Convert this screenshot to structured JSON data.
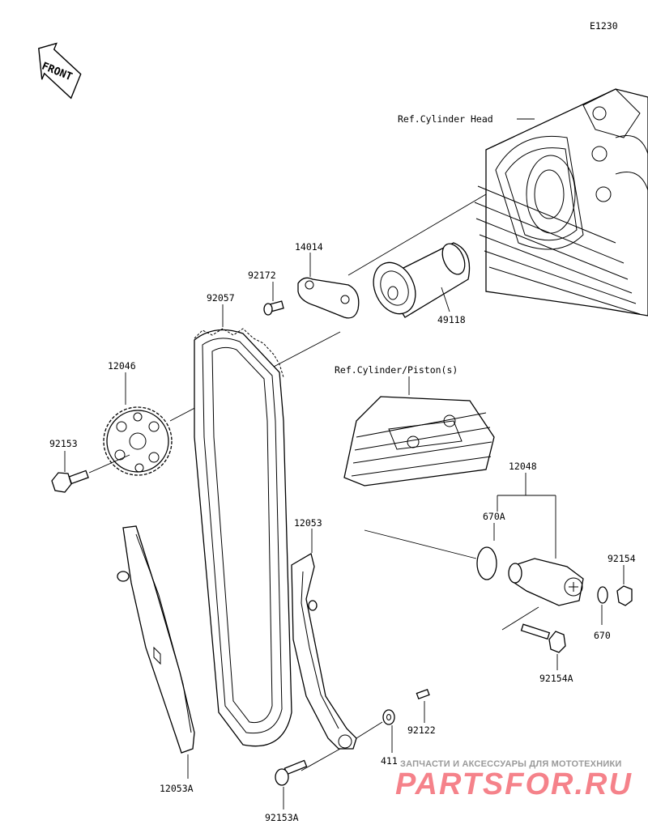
{
  "diagram_code": "E1230",
  "front_label": "FRONT",
  "references": {
    "cylinder_head": "Ref.Cylinder Head",
    "cylinder_piston": "Ref.Cylinder/Piston(s)"
  },
  "parts": {
    "p14014": "14014",
    "p92172": "92172",
    "p92057": "92057",
    "p49118": "49118",
    "p12046": "12046",
    "p92153": "92153",
    "p12048": "12048",
    "p670A": "670A",
    "p92154": "92154",
    "p670": "670",
    "p92154A": "92154A",
    "p12053": "12053",
    "p92122": "92122",
    "p411": "411",
    "p12053A": "12053A",
    "p92153A": "92153A"
  },
  "watermark": {
    "tagline": "ЗАПЧАСТИ И АКСЕССУАРЫ ДЛЯ МОТОТЕХНИКИ",
    "brand": "PARTSFOR.RU"
  }
}
